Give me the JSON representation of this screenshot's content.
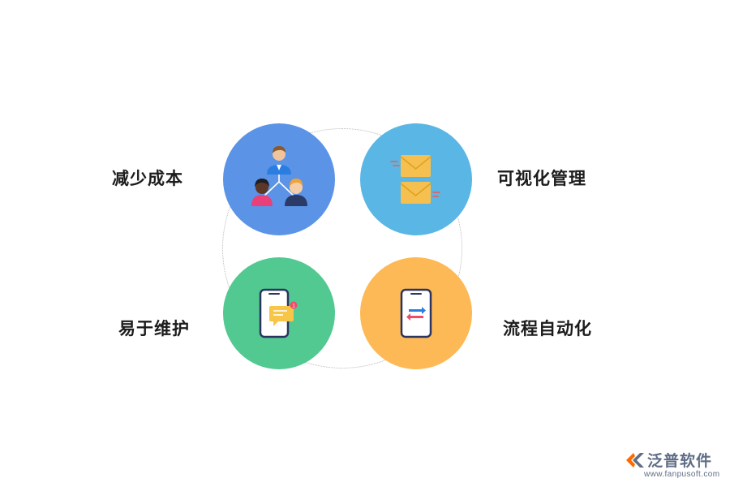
{
  "features": [
    {
      "label": "减少成本",
      "icon": "team-hierarchy-icon",
      "color": "#5b93e6"
    },
    {
      "label": "可视化管理",
      "icon": "envelopes-icon",
      "color": "#5ab6e4"
    },
    {
      "label": "易于维护",
      "icon": "phone-message-icon",
      "color": "#52c991"
    },
    {
      "label": "流程自动化",
      "icon": "phone-transfer-icon",
      "color": "#fdb955"
    }
  ],
  "brand": {
    "name": "泛普软件",
    "url": "www.fanpusoft.com",
    "color": "#5f6d86"
  }
}
